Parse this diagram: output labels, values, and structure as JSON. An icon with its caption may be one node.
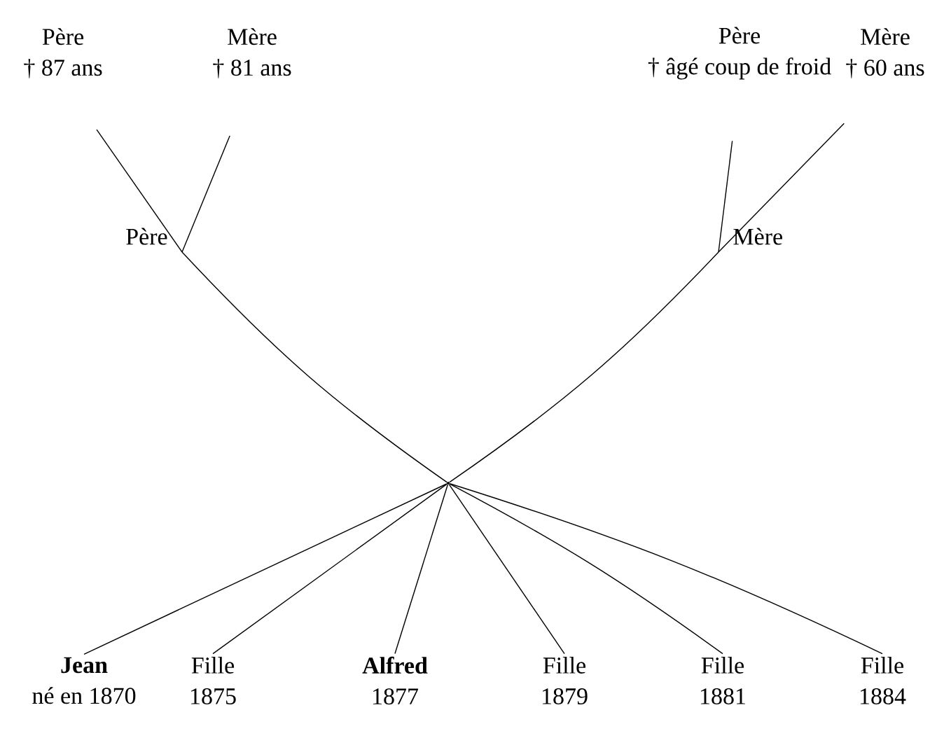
{
  "diagram": {
    "nodes": [
      {
        "text": [
          "Père",
          "† 87 ans"
        ]
      },
      {
        "text": [
          "Mère",
          "† 81 ans"
        ]
      },
      {
        "text": [
          "Père",
          "† âgé coup de froid"
        ]
      },
      {
        "text": [
          "Mère",
          "† 60 ans"
        ]
      },
      {
        "text": [
          "Père"
        ]
      },
      {
        "text": [
          "Mère"
        ]
      },
      {
        "text": [],
        "shape": "point"
      },
      {
        "text": [
          "**Jean**",
          "né en 1870"
        ]
      },
      {
        "text": [
          "Fille",
          "1875"
        ]
      },
      {
        "text": [
          "**Alfred**",
          "1877"
        ]
      },
      {
        "text": [
          "Fille",
          "1879"
        ]
      },
      {
        "text": [
          "Fille",
          "1881"
        ]
      },
      {
        "text": [
          "Fille",
          "1884"
        ]
      }
    ],
    "edges": [
      {
        "from": 0,
        "to": 4,
        "arrow": "none"
      },
      {
        "from": 1,
        "to": 4,
        "arrow": "none"
      },
      {
        "from": 2,
        "to": 5,
        "arrow": "none"
      },
      {
        "from": 3,
        "to": 5,
        "arrow": "none"
      },
      {
        "from": 4,
        "to": 6,
        "arrow": "none"
      },
      {
        "from": 5,
        "to": 6,
        "arrow": "none"
      },
      {
        "from": 6,
        "to": 7,
        "arrow": "none"
      },
      {
        "from": 6,
        "to": 8,
        "arrow": "none"
      },
      {
        "from": 6,
        "to": 9,
        "arrow": "none"
      },
      {
        "from": 6,
        "to": 10,
        "arrow": "none"
      },
      {
        "from": 6,
        "to": 11,
        "arrow": "none"
      },
      {
        "from": 6,
        "to": 12,
        "arrow": "none"
      }
    ]
  }
}
